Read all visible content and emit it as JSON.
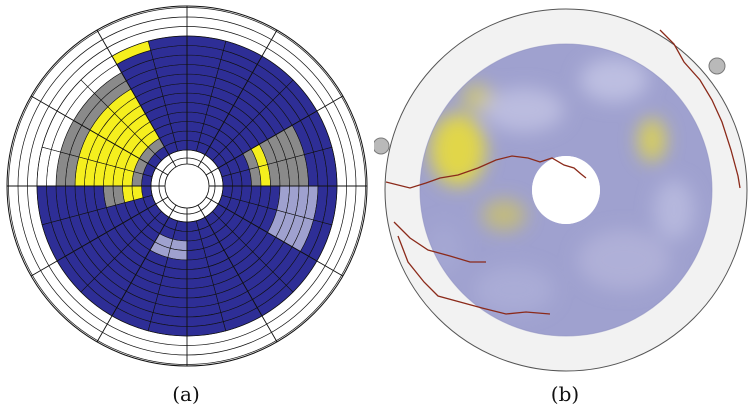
{
  "captions": {
    "a": "(a)",
    "b": "(b)"
  },
  "colors": {
    "navy": "#2e2e96",
    "yellow": "#f5ef1e",
    "gray": "#8a8a8a",
    "lavender": "#9fa1cf",
    "ring": "#f2f2f2",
    "vessel": "#8b2a1a",
    "grid_line": "#111111"
  },
  "panel_a": {
    "sectors": 12,
    "rings": 12,
    "rendering": "segmented-polar-grid"
  },
  "panel_b": {
    "rendering": "smooth-volume",
    "markers": 2,
    "vessels": 4
  }
}
